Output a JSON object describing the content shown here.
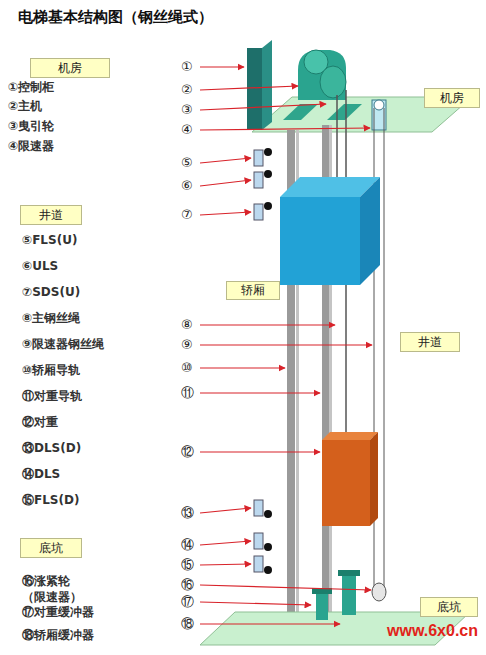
{
  "diagram": {
    "title": "电梯基本结构图（钢丝绳式）",
    "nodes": [
      {
        "text": [
          "机房"
        ]
      },
      {
        "text": [
          "机房"
        ]
      },
      {
        "text": [
          "井道"
        ]
      },
      {
        "text": [
          "轿厢"
        ]
      },
      {
        "text": [
          "井道"
        ]
      },
      {
        "text": [
          "底坑"
        ]
      },
      {
        "text": [
          "底坑"
        ]
      }
    ],
    "labels": [
      "①控制柜",
      "②主机",
      "③曳引轮",
      "④限速器",
      "⑤FLS(U)",
      "⑥ULS",
      "⑦SDS(U)",
      "⑧主钢丝绳",
      "⑨限速器钢丝绳",
      "⑩轿厢导轨",
      "⑪对重导轨",
      "⑫对重",
      "⑬DLS(D)",
      "⑭DLS",
      "⑮FLS(D)",
      "⑯涨紧轮 （限速器）",
      "⑰对重缓冲器",
      "⑱轿厢缓冲器",
      "①",
      "②",
      "③",
      "④",
      "⑤",
      "⑥",
      "⑦",
      "⑧",
      "⑨",
      "⑩",
      "⑪",
      "⑫",
      "⑬",
      "⑭",
      "⑮",
      "⑯",
      "⑰",
      "⑱",
      "www.6x0.cn"
    ]
  }
}
